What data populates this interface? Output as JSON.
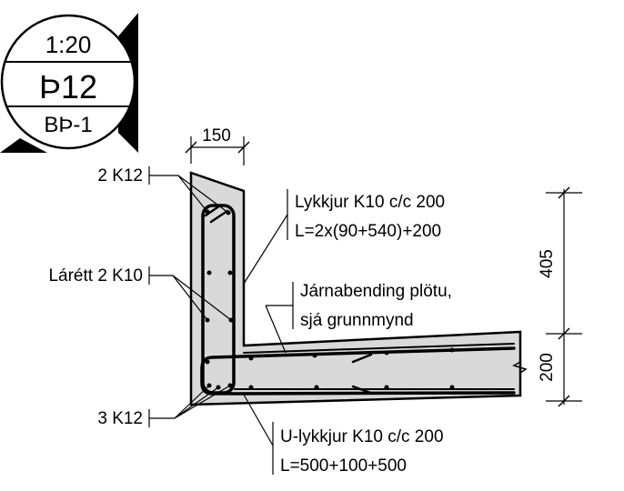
{
  "title_block": {
    "scale": "1:20",
    "detail_id": "Þ12",
    "sheet_ref": "BÞ-1"
  },
  "dimensions": {
    "wall_thickness": "150",
    "height_upper": "405",
    "slab_thickness": "200"
  },
  "annotations": {
    "top_bars": "2 K12",
    "horizontal_bars": "Lárétt 2 K10",
    "bottom_bars": "3 K12",
    "stirrup_line1": "Lykkjur K10 c/c 200",
    "stirrup_line2": "L=2x(90+540)+200",
    "slab_rebar_line1": "Járnabending plötu,",
    "slab_rebar_line2": "sjá grunnmynd",
    "u_stirrup_line1": "U-lykkjur K10 c/c 200",
    "u_stirrup_line2": "L=500+100+500"
  },
  "colors": {
    "concrete": "#d9d9d9",
    "ink": "#000000"
  }
}
